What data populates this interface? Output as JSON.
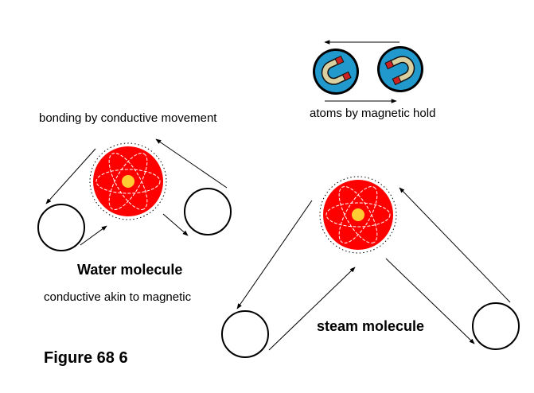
{
  "labels": {
    "magnetic": "atoms by magnetic hold",
    "bonding": "bonding by conductive movement",
    "water": "Water molecule",
    "conductive": "conductive akin to magnetic",
    "steam": "steam molecule",
    "figure": "Figure 68 6"
  },
  "colors": {
    "nucleus_red": "#ff0000",
    "core_yellow": "#ffcc33",
    "magnet_disc_blue": "#2299cc",
    "magnet_pole_red": "#cc2222",
    "line_black": "#000000"
  },
  "icons": {
    "magnet_left": "horseshoe-magnet-icon",
    "magnet_right": "horseshoe-magnet-icon"
  }
}
